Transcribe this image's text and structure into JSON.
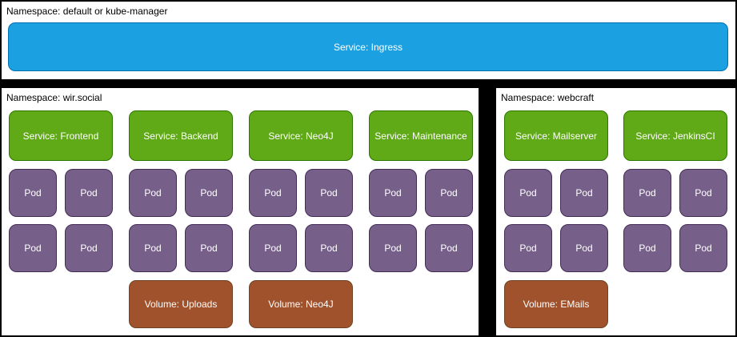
{
  "colors": {
    "canvas_bg": "#000000",
    "panel_bg": "#ffffff",
    "ingress_fill": "#1ba1e2",
    "ingress_stroke": "#006eaf",
    "service_fill": "#60a917",
    "service_stroke": "#2d7600",
    "pod_fill": "#76608a",
    "pod_stroke": "#432d57",
    "volume_fill": "#a0522d",
    "volume_stroke": "#6d4324"
  },
  "panels": {
    "top": {
      "label": "Namespace: default or kube-manager",
      "service": "Service: Ingress"
    },
    "left": {
      "label": "Namespace: wir.social",
      "groups": [
        {
          "service": "Service: Frontend",
          "pods": [
            "Pod",
            "Pod",
            "Pod",
            "Pod"
          ]
        },
        {
          "service": "Service: Backend",
          "pods": [
            "Pod",
            "Pod",
            "Pod",
            "Pod"
          ],
          "volume": "Volume: Uploads"
        },
        {
          "service": "Service: Neo4J",
          "pods": [
            "Pod",
            "Pod",
            "Pod",
            "Pod"
          ],
          "volume": "Volume: Neo4J"
        },
        {
          "service": "Service: Maintenance",
          "pods": [
            "Pod",
            "Pod",
            "Pod",
            "Pod"
          ]
        }
      ]
    },
    "right": {
      "label": "Namespace: webcraft",
      "groups": [
        {
          "service": "Service: Mailserver",
          "pods": [
            "Pod",
            "Pod",
            "Pod",
            "Pod"
          ],
          "volume": "Volume: EMails"
        },
        {
          "service": "Service: JenkinsCI",
          "pods": [
            "Pod",
            "Pod",
            "Pod",
            "Pod"
          ]
        }
      ]
    }
  }
}
